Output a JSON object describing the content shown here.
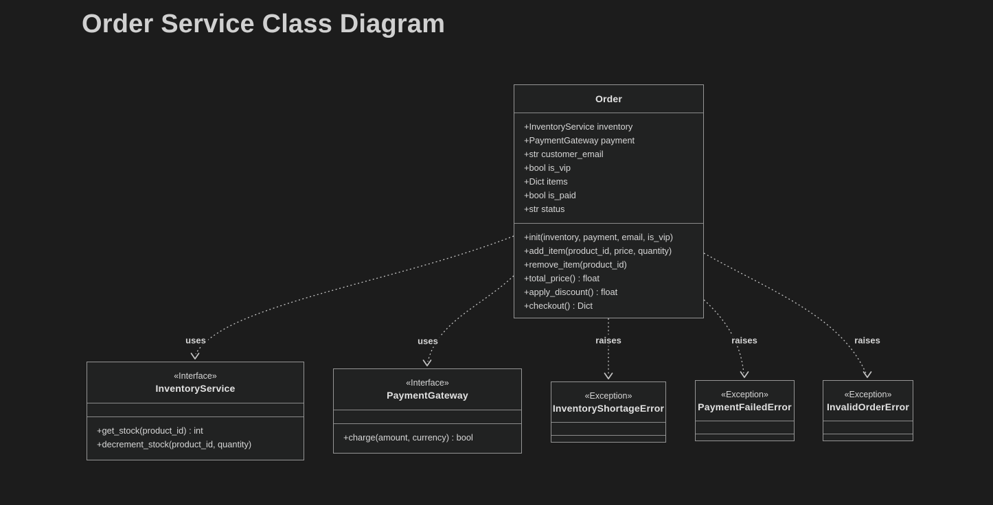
{
  "title": "Order Service Class Diagram",
  "colors": {
    "background": "#1c1c1c",
    "node_fill": "#212222",
    "node_border": "#969696",
    "divider": "#8c8c8c",
    "text": "#d6d6d6",
    "edge": "#c6c6c6",
    "heading": "#d0d0d0"
  },
  "classes": [
    {
      "name": "Order",
      "attributes": [
        "+InventoryService inventory",
        "+PaymentGateway payment",
        "+str customer_email",
        "+bool is_vip",
        "+Dict items",
        "+bool is_paid",
        "+str status"
      ],
      "methods": [
        "+init(inventory, payment, email, is_vip)",
        "+add_item(product_id, price, quantity)",
        "+remove_item(product_id)",
        "+total_price() : float",
        "+apply_discount() : float",
        "+checkout() : Dict"
      ]
    },
    {
      "name": "InventoryService",
      "stereotype": "«Interface»",
      "attributes": [],
      "methods": [
        "+get_stock(product_id) : int",
        "+decrement_stock(product_id, quantity)"
      ]
    },
    {
      "name": "PaymentGateway",
      "stereotype": "«Interface»",
      "attributes": [],
      "methods": [
        "+charge(amount, currency) : bool"
      ]
    },
    {
      "name": "InventoryShortageError",
      "stereotype": "«Exception»",
      "attributes": [],
      "methods": []
    },
    {
      "name": "PaymentFailedError",
      "stereotype": "«Exception»",
      "attributes": [],
      "methods": []
    },
    {
      "name": "InvalidOrderError",
      "stereotype": "«Exception»",
      "attributes": [],
      "methods": []
    }
  ],
  "edges": [
    {
      "from": "Order",
      "to": "InventoryService",
      "label": "uses",
      "style": "dashed",
      "arrowhead": "open"
    },
    {
      "from": "Order",
      "to": "PaymentGateway",
      "label": "uses",
      "style": "dashed",
      "arrowhead": "open"
    },
    {
      "from": "Order",
      "to": "InventoryShortageError",
      "label": "raises",
      "style": "dashed",
      "arrowhead": "open"
    },
    {
      "from": "Order",
      "to": "PaymentFailedError",
      "label": "raises",
      "style": "dashed",
      "arrowhead": "open"
    },
    {
      "from": "Order",
      "to": "InvalidOrderError",
      "label": "raises",
      "style": "dashed",
      "arrowhead": "open"
    }
  ]
}
